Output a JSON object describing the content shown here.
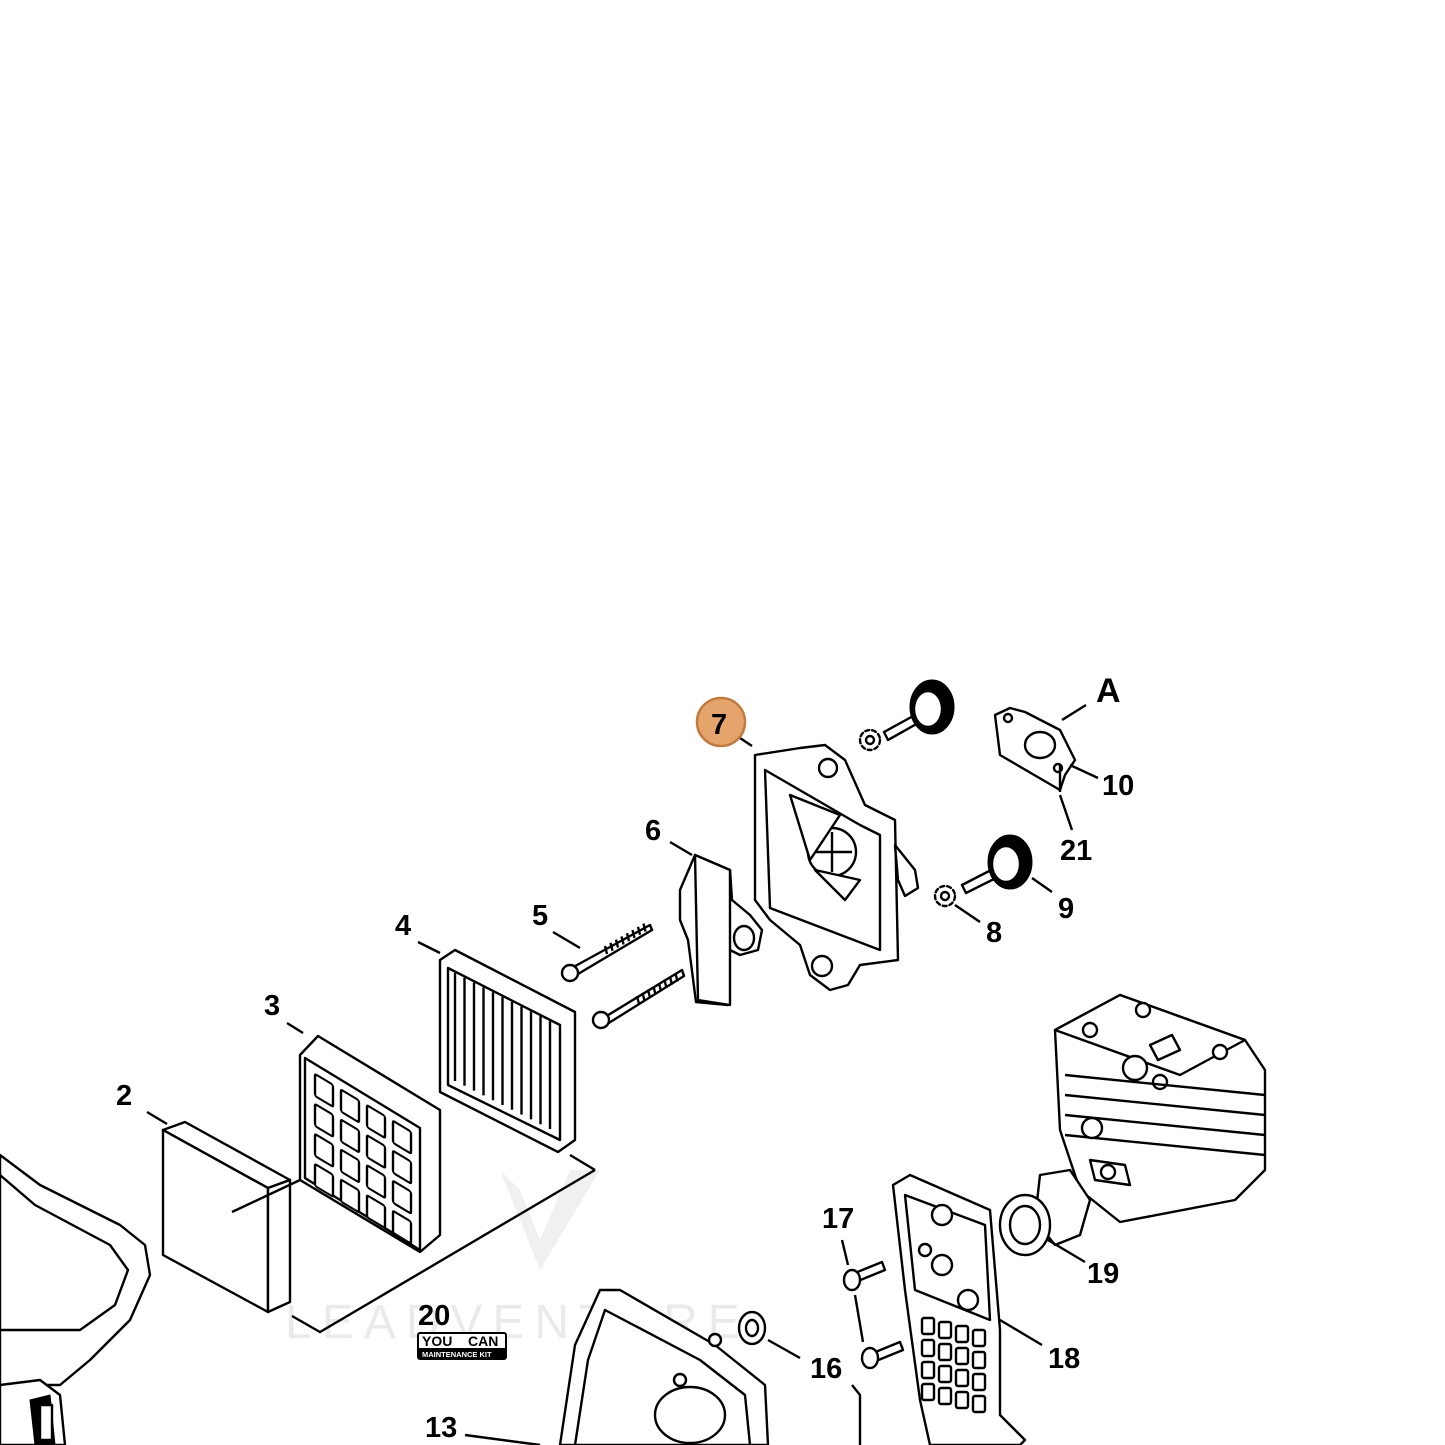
{
  "diagram": {
    "highlight_color": "#e6a46d",
    "highlight_stroke": "#c07a3e",
    "callouts": [
      {
        "id": "7",
        "label": "7",
        "highlighted": true
      },
      {
        "id": "A",
        "label": "A"
      },
      {
        "id": "10",
        "label": "10"
      },
      {
        "id": "21",
        "label": "21"
      },
      {
        "id": "6",
        "label": "6"
      },
      {
        "id": "9",
        "label": "9"
      },
      {
        "id": "8",
        "label": "8"
      },
      {
        "id": "5",
        "label": "5"
      },
      {
        "id": "4",
        "label": "4"
      },
      {
        "id": "3",
        "label": "3"
      },
      {
        "id": "2",
        "label": "2"
      },
      {
        "id": "17",
        "label": "17"
      },
      {
        "id": "19",
        "label": "19"
      },
      {
        "id": "20",
        "label": "20"
      },
      {
        "id": "18",
        "label": "18"
      },
      {
        "id": "16",
        "label": "16"
      },
      {
        "id": "13",
        "label": "13"
      }
    ],
    "kit_badge": {
      "line1_left": "YOU",
      "line1_right": "CAN",
      "line2": "MAINTENANCE KIT"
    },
    "watermark": "LEADVENTURE"
  }
}
